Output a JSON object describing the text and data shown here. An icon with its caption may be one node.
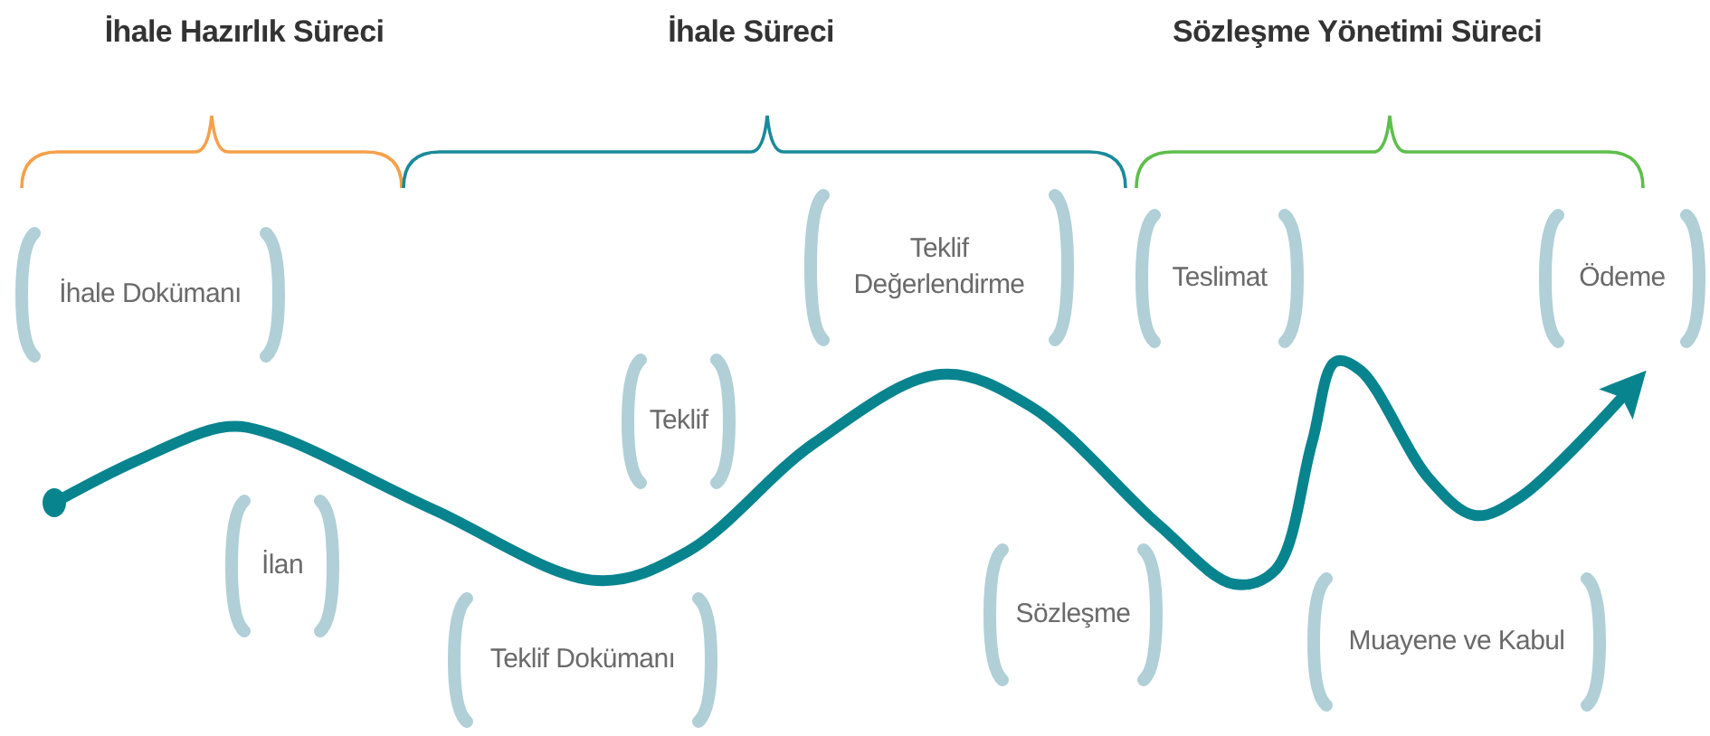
{
  "diagram": {
    "nodes": [
      {
        "text": [
          "İhale Dokümanı"
        ]
      },
      {
        "text": [
          "İlan"
        ]
      },
      {
        "text": [
          "Teklif Dokümanı"
        ]
      },
      {
        "text": [
          "Teklif"
        ]
      },
      {
        "text": [
          "Teklif Değerlendirme"
        ]
      },
      {
        "text": [
          "Sözleşme"
        ]
      },
      {
        "text": [
          "Teslimat"
        ]
      },
      {
        "text": [
          "Muayene ve Kabul"
        ]
      },
      {
        "text": [
          "Ödeme"
        ]
      }
    ],
    "labels": [
      "İhale Hazırlık Süreci",
      "İhale Süreci",
      "Sözleşme Yönetimi Süreci"
    ]
  }
}
